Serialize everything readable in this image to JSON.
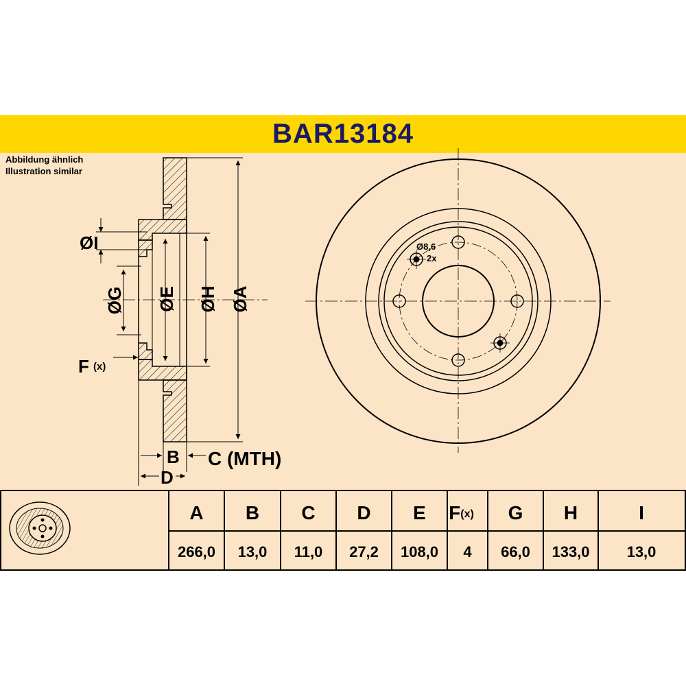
{
  "header": {
    "title": "BAR13184"
  },
  "notes": {
    "line1": "Abbildung ähnlich",
    "line2": "Illustration similar"
  },
  "section_labels": {
    "I": "ØI",
    "G": "ØG",
    "E": "ØE",
    "H": "ØH",
    "A": "ØA",
    "F": "F",
    "F_sub": "(x)",
    "B": "B",
    "C": "C (MTH)",
    "D": "D"
  },
  "front_view": {
    "hole_diameter": "Ø8,6",
    "hole_count": "2x"
  },
  "table": {
    "headers": [
      "A",
      "B",
      "C",
      "D",
      "E",
      "F",
      "G",
      "H",
      "I"
    ],
    "header_F_sub": "(x)",
    "values": [
      "266,0",
      "13,0",
      "11,0",
      "27,2",
      "108,0",
      "4",
      "66,0",
      "133,0",
      "13,0"
    ]
  },
  "colors": {
    "background": "#fce5c7",
    "title_bar": "#ffd700",
    "title_text": "#1a1a66",
    "line": "#000000"
  }
}
